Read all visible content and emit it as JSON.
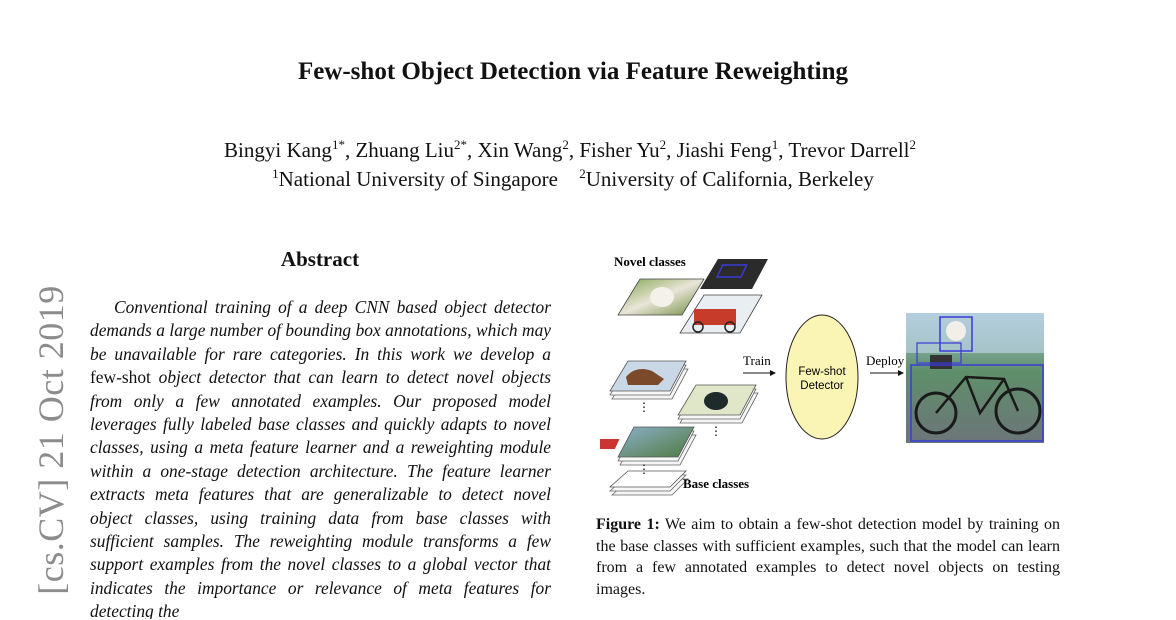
{
  "arxiv_stamp": "[cs.CV]  21 Oct 2019",
  "paper": {
    "title": "Few-shot Object Detection via Feature Reweighting",
    "authors": [
      {
        "name": "Bingyi Kang",
        "sup": "1*"
      },
      {
        "name": "Zhuang Liu",
        "sup": "2*"
      },
      {
        "name": "Xin Wang",
        "sup": "2"
      },
      {
        "name": "Fisher Yu",
        "sup": "2"
      },
      {
        "name": "Jiashi Feng",
        "sup": "1"
      },
      {
        "name": "Trevor Darrell",
        "sup": "2"
      }
    ],
    "affiliations": [
      {
        "sup": "1",
        "name": "National University of Singapore"
      },
      {
        "sup": "2",
        "name": "University of California, Berkeley"
      }
    ]
  },
  "abstract": {
    "heading": "Abstract",
    "text_before": "Conventional training of a deep CNN based object detector demands a large number of bounding box annotations, which may be unavailable for rare categories. In this work we develop a ",
    "text_upright": "few-shot",
    "text_after": " object detector that can learn to detect novel objects from only a few annotated examples. Our proposed model leverages fully labeled base classes and quickly adapts to novel classes, using a meta feature learner and a reweighting module within a one-stage detection architecture. The feature learner extracts meta features that are generalizable to detect novel object classes, using training data from base classes with sufficient samples. The reweighting module transforms a few support examples from the novel classes to a global vector that indicates the importance or relevance of meta features for detecting the"
  },
  "figure": {
    "novel_label": "Novel classes",
    "base_label": "Base classes",
    "train_label": "Train",
    "deploy_label": "Deploy",
    "detector_line1": "Few-shot",
    "detector_line2": "Detector",
    "ellipsis": "⋮",
    "caption_label": "Figure 1:",
    "caption_text": " We aim to obtain a few-shot detection model by training on the base classes with sufficient examples, such that the model can learn from a few annotated examples to detect novel objects on testing images."
  },
  "colors": {
    "detector_fill": "#fbf5b5",
    "box_outline": "#3b3bd6",
    "stamp_gray": "#8c8c8c"
  }
}
